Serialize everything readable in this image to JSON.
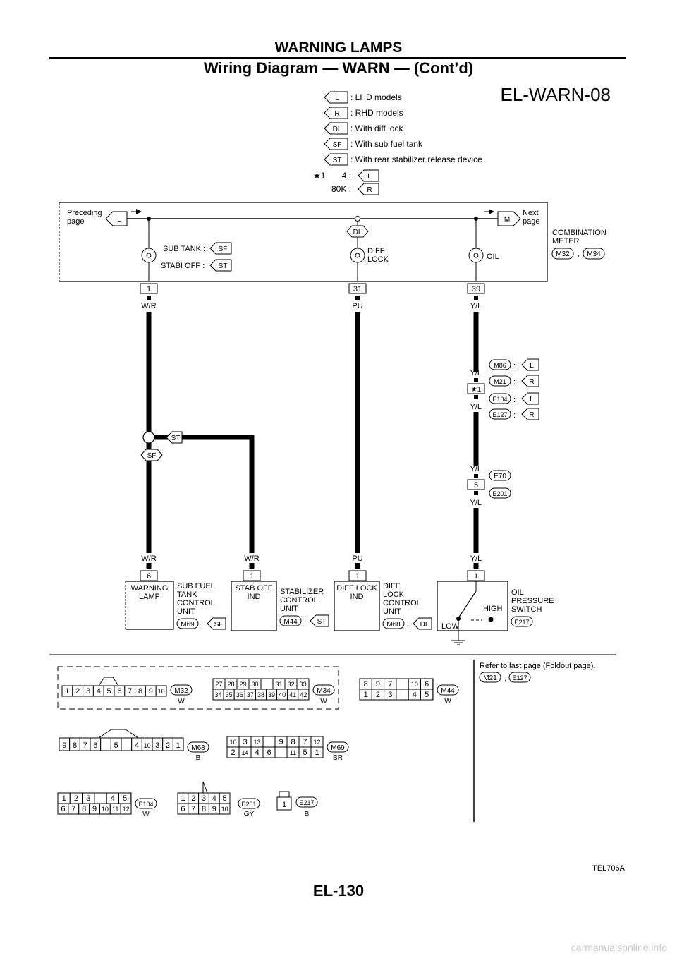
{
  "header": {
    "section": "WARNING LAMPS",
    "title": "Wiring Diagram — WARN — (Cont’d)"
  },
  "diagram_id": "EL-WARN-08",
  "legend": [
    {
      "tag": "L",
      "text": ": LHD models"
    },
    {
      "tag": "R",
      "text": ": RHD models"
    },
    {
      "tag": "DL",
      "text": ": With diff lock"
    },
    {
      "tag": "SF",
      "text": ": With sub fuel tank"
    },
    {
      "tag": "ST",
      "text": ": With rear stabilizer release device"
    }
  ],
  "star_note": {
    "mark": "★1",
    "rows": [
      {
        "label": "4 :",
        "tag": "L"
      },
      {
        "label": "80K :",
        "tag": "R"
      }
    ]
  },
  "meter": {
    "prev": [
      "Preceding",
      "page"
    ],
    "prev_tag": "L",
    "next_tag": "M",
    "next": [
      "Next",
      "page"
    ],
    "name": [
      "COMBINATION",
      "METER"
    ],
    "connectors": [
      "M32",
      "M34"
    ],
    "sub_tank": "SUB TANK  :",
    "stabi_off": "STABI OFF  :",
    "sf": "SF",
    "st": "ST",
    "dl": "DL",
    "diff_lock": [
      "DIFF",
      "LOCK"
    ],
    "oil": "OIL",
    "pins": [
      "1",
      "31",
      "39"
    ]
  },
  "wires": {
    "wr": "W/R",
    "pu": "PU",
    "yl": "Y/L",
    "star_pin": "★1",
    "e70_pin": "5",
    "junction_st": "ST",
    "junction_sf": "SF",
    "conn_tags": [
      [
        "M86",
        "L"
      ],
      [
        "M21",
        "R"
      ],
      [
        "E104",
        "L"
      ],
      [
        "E127",
        "R"
      ]
    ],
    "e70": "E70",
    "e201": "E201"
  },
  "units": {
    "warning_lamp": {
      "pin": "6",
      "box": [
        "WARNING",
        "LAMP"
      ],
      "name": [
        "SUB FUEL",
        "TANK",
        "CONTROL",
        "UNIT"
      ],
      "conn": "M69",
      "tag": "SF"
    },
    "stabilizer": {
      "pin": "1",
      "box": [
        "STAB OFF",
        "IND"
      ],
      "name": [
        "STABILIZER",
        "CONTROL",
        "UNIT"
      ],
      "conn": "M44",
      "tag": "ST"
    },
    "diff_lock": {
      "pin": "1",
      "box": [
        "DIFF LOCK",
        "IND"
      ],
      "name": [
        "DIFF",
        "LOCK",
        "CONTROL",
        "UNIT"
      ],
      "conn": "M68",
      "tag": "DL"
    },
    "oil_switch": {
      "pin": "1",
      "name": [
        "OIL",
        "PRESSURE",
        "SWITCH"
      ],
      "conn": "E217",
      "high": "HIGH",
      "low": "LOW"
    }
  },
  "connectors_section": {
    "refer": "Refer to last page (Foldout page).",
    "refer_conns": [
      "M21",
      "E127"
    ],
    "M32": {
      "name": "M32",
      "color": "W",
      "row": [
        "1",
        "2",
        "3",
        "4",
        "5",
        "6",
        "7",
        "8",
        "9",
        "10"
      ]
    },
    "M34": {
      "name": "M34",
      "color": "W",
      "top": [
        "27",
        "28",
        "29",
        "30",
        "",
        "31",
        "32",
        "33"
      ],
      "bottom": [
        "34",
        "35",
        "36",
        "37",
        "38",
        "39",
        "40",
        "41",
        "42"
      ]
    },
    "M44": {
      "name": "M44",
      "color": "W",
      "top": [
        "8",
        "9",
        "7",
        "",
        "10",
        "6"
      ],
      "bottom": [
        "1",
        "2",
        "3",
        "",
        "4",
        "5"
      ]
    },
    "M68": {
      "name": "M68",
      "color": "B",
      "row": [
        "9",
        "8",
        "7",
        "6",
        "",
        "5",
        "",
        "4",
        "10",
        "3",
        "2",
        "1"
      ]
    },
    "M69": {
      "name": "M69",
      "color": "BR",
      "top": [
        "10",
        "3",
        "13",
        "",
        "9",
        "8",
        "7",
        "12"
      ],
      "bottom": [
        "2",
        "14",
        "4",
        "6",
        "",
        "11",
        "5",
        "1"
      ]
    },
    "E104": {
      "name": "E104",
      "color": "W",
      "top": [
        "1",
        "2",
        "3",
        "",
        "4",
        "5"
      ],
      "bottom": [
        "6",
        "7",
        "8",
        "9",
        "10",
        "11",
        "12"
      ]
    },
    "E201": {
      "name": "E201",
      "color": "GY",
      "top": [
        "1",
        "2",
        "3",
        "4",
        "5"
      ],
      "bottom": [
        "6",
        "7",
        "8",
        "9",
        "10"
      ]
    },
    "E217": {
      "name": "E217",
      "color": "B",
      "pin": "1"
    }
  },
  "footer": {
    "code": "TEL706A",
    "page": "EL-130",
    "watermark": "carmanualsonline.info"
  }
}
